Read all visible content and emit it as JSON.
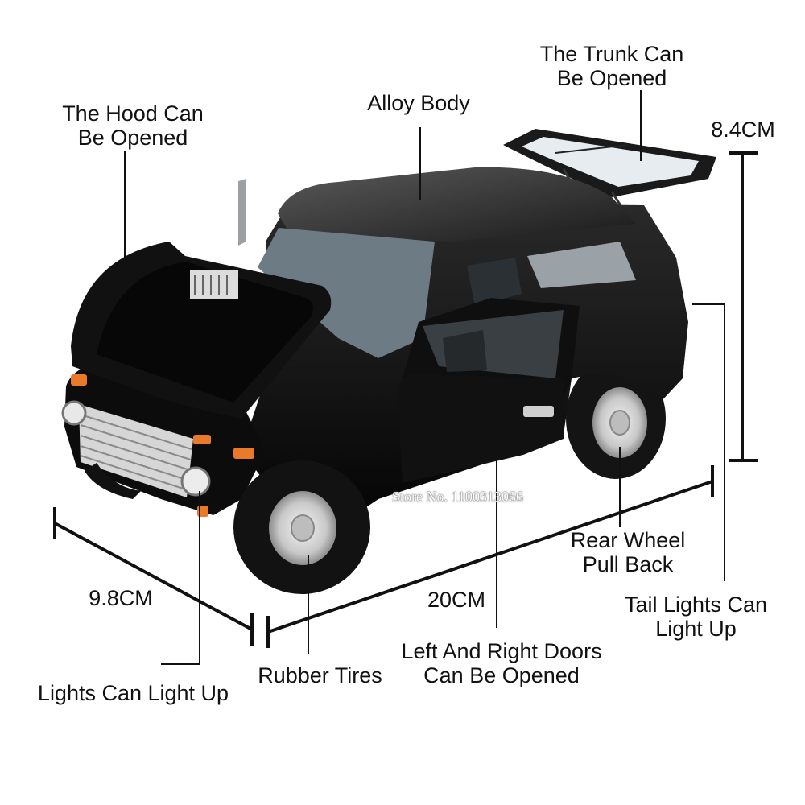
{
  "callouts": {
    "hood": [
      "The Hood Can",
      "Be Opened"
    ],
    "alloy": [
      "Alloy Body"
    ],
    "trunk": [
      "The Trunk Can",
      "Be Opened"
    ],
    "height": [
      "8.4CM"
    ],
    "wheel": [
      "Rear Wheel",
      "Pull Back"
    ],
    "tail": [
      "Tail Lights Can",
      "Light Up"
    ],
    "width": [
      "9.8CM"
    ],
    "length": [
      "20CM"
    ],
    "doors": [
      "Left And Right Doors",
      "Can Be Opened"
    ],
    "tires": [
      "Rubber Tires"
    ],
    "lights": [
      "Lights Can Light Up"
    ]
  },
  "watermark": "Store No. 1100313066",
  "colors": {
    "body": "#0b0b0b",
    "chrome": "#d8d8d8",
    "lamp": "#e87a2a",
    "line": "#111111"
  }
}
